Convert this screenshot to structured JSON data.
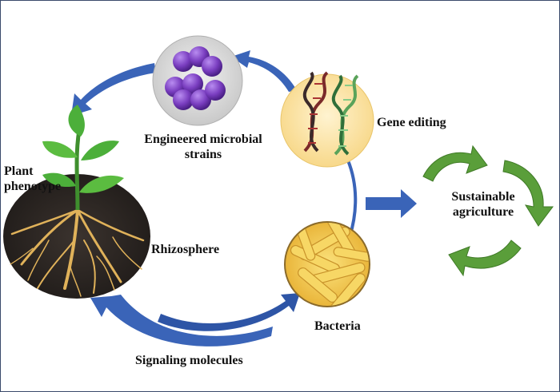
{
  "labels": {
    "plant_phenotype_line1": "Plant",
    "plant_phenotype_line2": "phenotype",
    "engineered_line1": "Engineered microbial",
    "engineered_line2": "strains",
    "gene_editing": "Gene editing",
    "rhizosphere": "Rhizosphere",
    "bacteria": "Bacteria",
    "signaling_molecules": "Signaling molecules",
    "sustainable_line1": "Sustainable",
    "sustainable_line2": "agriculture"
  },
  "colors": {
    "arrow_blue": "#3a64b8",
    "recycle_green": "#5a9e3a",
    "bacteria_yellow": "#f2c84b",
    "gene_circle": "#fbe3a8",
    "microbe_purple": "#7a3ec0",
    "soil": "#2a2522",
    "root": "#e0b25a",
    "leaf": "#4caf3a"
  }
}
